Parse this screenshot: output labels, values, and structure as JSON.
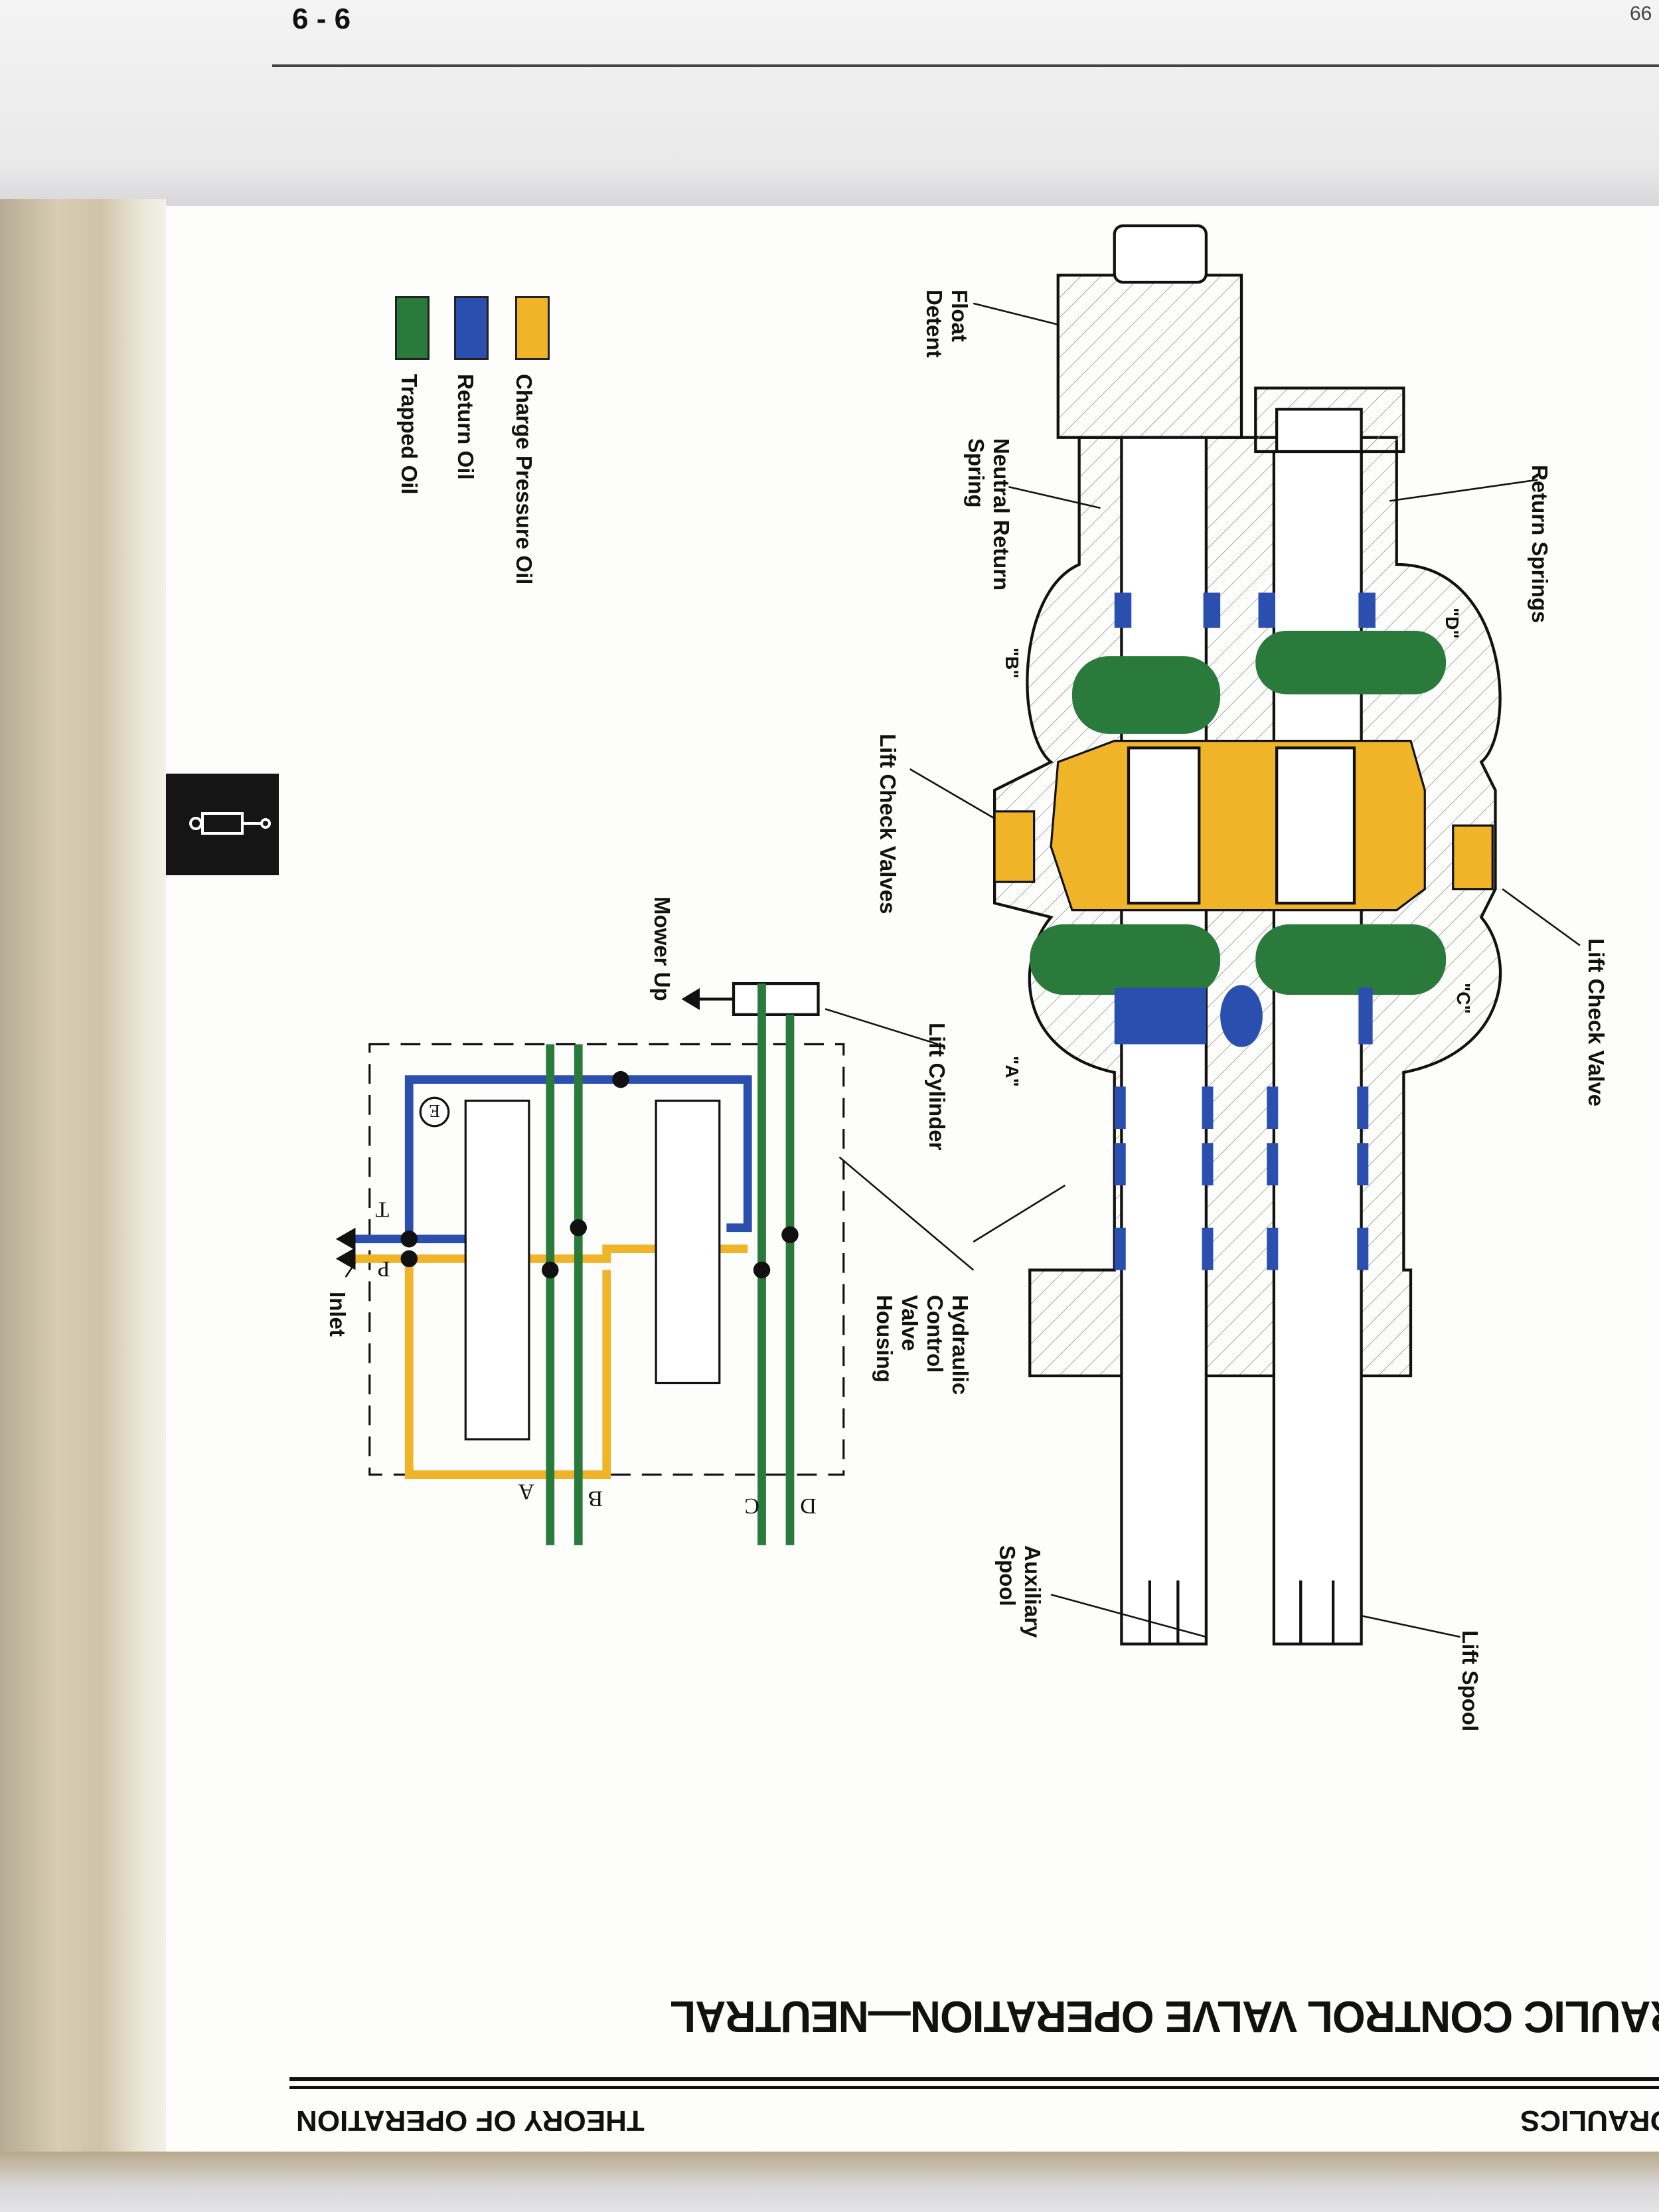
{
  "header": {
    "page_number": "6 - 6",
    "corner_text": "66"
  },
  "footer": {
    "section": "THEORY OF OPERATION",
    "chapter": "DRAULICS"
  },
  "title": "YDRAULIC CONTROL VALVE OPERATION—NEUTRAL",
  "legend": [
    {
      "label": "Charge Pressure Oil",
      "color": "#f0b429"
    },
    {
      "label": "Return Oil",
      "color": "#2b4fae"
    },
    {
      "label": "Trapped Oil",
      "color": "#2a7a3c"
    }
  ],
  "callouts": {
    "return_springs": "Return Springs",
    "float_detent": "Float Detent",
    "neutral_return_spring": "Neutral Return Spring",
    "lift_check_valves": "Lift Check Valves",
    "lift_check_valve": "Lift Check Valve",
    "lift_cylinder": "Lift Cylinder",
    "mower_up": "Mower Up",
    "housing": "Hydraulic Control Valve Housing",
    "auxiliary_spool": "Auxiliary Spool",
    "lift_spool": "Lift Spool",
    "inlet": "Inlet"
  },
  "ports": {
    "a": "\"A\"",
    "b": "\"B\"",
    "c": "\"C\"",
    "d": "\"D\""
  },
  "schematic": {
    "a": "A",
    "b": "B",
    "c": "C",
    "d": "D",
    "t": "T",
    "p": "P",
    "e": "E"
  },
  "tab_icon": "hydraulic-cylinder-icon"
}
